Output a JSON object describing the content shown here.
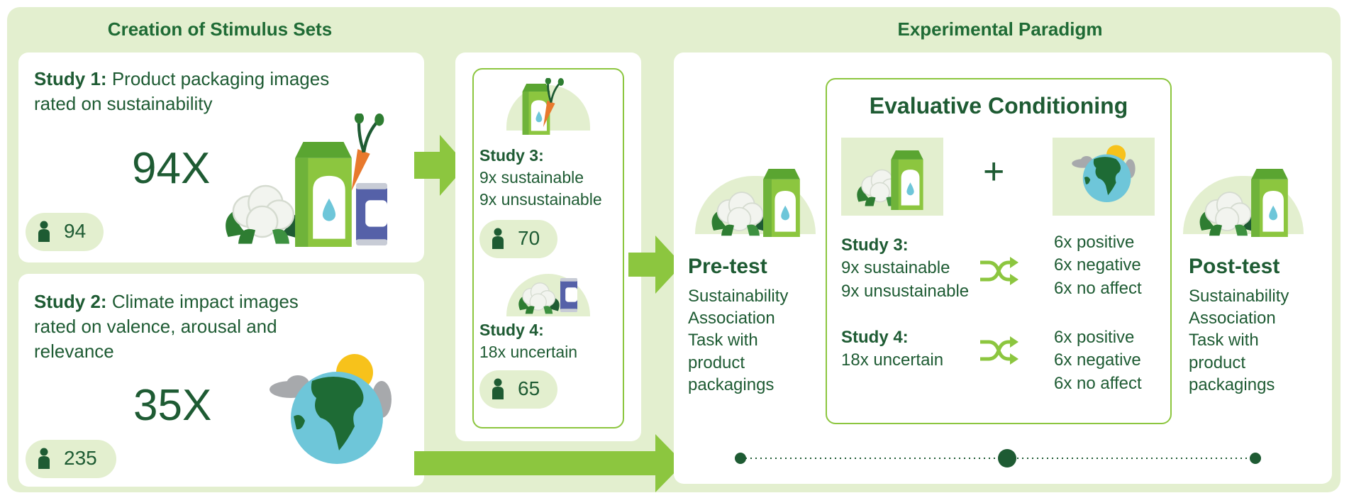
{
  "headers": {
    "left": "Creation of Stimulus Sets",
    "right": "Experimental Paradigm"
  },
  "study1": {
    "title": "Study 1:",
    "desc_line1": "Product packaging images",
    "desc_line2": "rated on sustainability",
    "count": "94X",
    "participants": "94"
  },
  "study2": {
    "title": "Study 2:",
    "desc_line1": "Climate impact images",
    "desc_line2": "rated on valence, arousal and",
    "desc_line3": "relevance",
    "count": "35X",
    "participants": "235"
  },
  "study3": {
    "title": "Study 3:",
    "line1": "9x sustainable",
    "line2": "9x unsustainable",
    "participants": "70"
  },
  "study4": {
    "title": "Study 4:",
    "line1": "18x uncertain",
    "participants": "65"
  },
  "pretest": {
    "title": "Pre-test",
    "lines": [
      "Sustainability",
      "Association",
      "Task with",
      "product",
      "packagings"
    ]
  },
  "posttest": {
    "title": "Post-test",
    "lines": [
      "Sustainability",
      "Association",
      "Task with",
      "product",
      "packagings"
    ]
  },
  "ec": {
    "title": "Evaluative Conditioning",
    "plus": "+",
    "s3_title": "Study 3:",
    "s3_line1": "9x sustainable",
    "s3_line2": "9x unsustainable",
    "s3_out": [
      "6x positive",
      "6x negative",
      "6x no affect"
    ],
    "s4_title": "Study 4:",
    "s4_line1": "18x uncertain",
    "s4_out": [
      "6x positive",
      "6x negative",
      "6x no affect"
    ]
  },
  "colors": {
    "dark_green": "#1e5b33",
    "light_green": "#8cc63f",
    "pale_green": "#e3efcf",
    "earth_blue": "#6ec6d9",
    "can_blue": "#5561a8",
    "carrot": "#e8792d",
    "sun": "#f7c21b"
  },
  "icons": [
    "person-icon",
    "milk-carton-icon",
    "cauliflower-icon",
    "carrot-icon",
    "can-icon",
    "earth-icon",
    "sun-icon",
    "cloud-icon",
    "shuffle-icon",
    "arrow-right-icon",
    "timeline-icon"
  ]
}
